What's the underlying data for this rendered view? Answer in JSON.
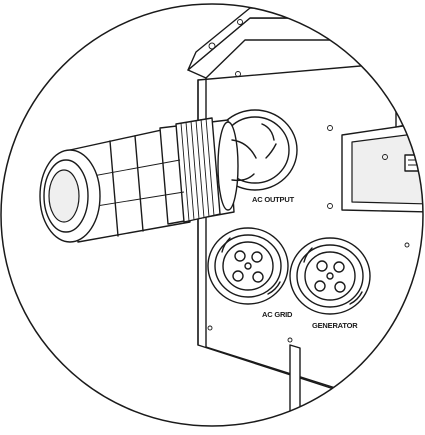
{
  "labels": {
    "ac_output": "AC OUTPUT",
    "ac_grid": "AC GRID",
    "generator": "GENERATOR"
  }
}
